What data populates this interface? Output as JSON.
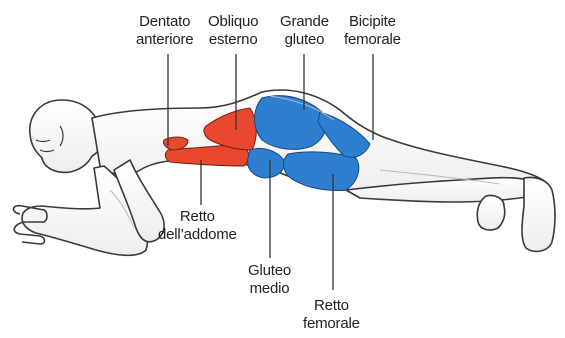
{
  "labels": {
    "dentato_anteriore": [
      "Dentato",
      "anteriore"
    ],
    "obliquo_esterno": [
      "Obliquo",
      "esterno"
    ],
    "grande_gluteo": [
      "Grande",
      "gluteo"
    ],
    "bicipite_femorale": [
      "Bicipite",
      "femorale"
    ],
    "retto_addome": [
      "Retto",
      "dell’addome"
    ],
    "gluteo_medio": [
      "Gluteo",
      "medio"
    ],
    "retto_femorale": [
      "Retto",
      "femorale"
    ]
  },
  "colors": {
    "red_muscle": "#e8482e",
    "blue_muscle": "#2f7fd0",
    "leader_line": "#333333",
    "outline": "#3a3a3a"
  }
}
